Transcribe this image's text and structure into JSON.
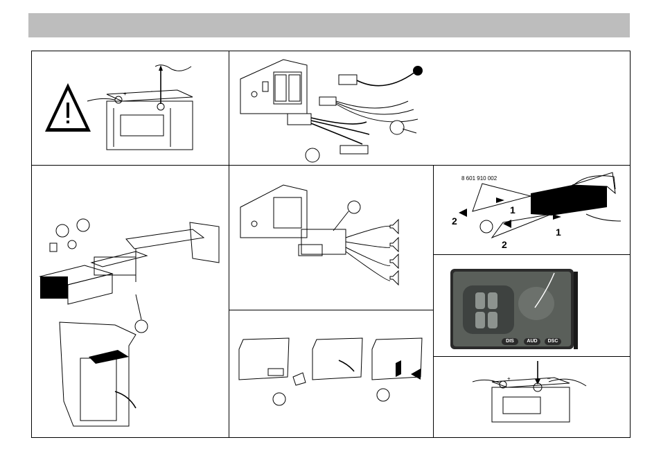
{
  "page": {
    "background": "#ffffff",
    "header_color": "#bdbdbd"
  },
  "panels": {
    "removal_tool": {
      "part_number": "8 601 910 002",
      "step_pull": "1",
      "step_push": "2"
    },
    "radio_front": {
      "buttons": [
        "DIS",
        "AUD",
        "DSC"
      ]
    }
  }
}
